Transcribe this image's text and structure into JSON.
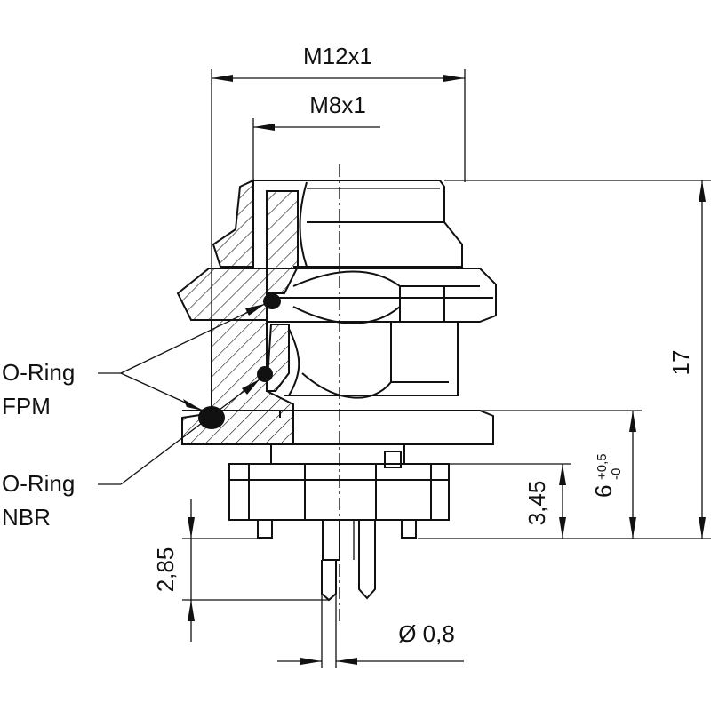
{
  "labels": {
    "thread_outer": "M12x1",
    "thread_inner": "M8x1",
    "height_total": "17",
    "height_six": "6",
    "tol_plus": "+0,5",
    "tol_minus": "-0",
    "height_pcb": "3,45",
    "pin_length": "2,85",
    "pin_diameter": "Ø 0,8",
    "oring_fpm_line1": "O-Ring",
    "oring_fpm_line2": "FPM",
    "oring_nbr_line1": "O-Ring",
    "oring_nbr_line2": "NBR"
  }
}
